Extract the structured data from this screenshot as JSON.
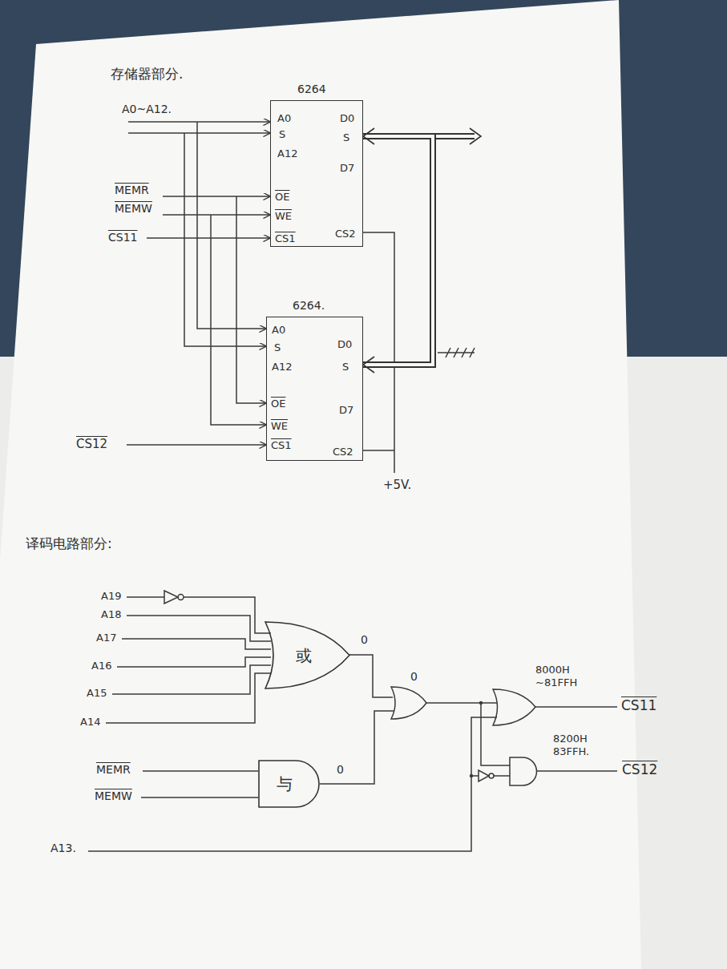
{
  "diagram": {
    "nodes": [
      {
        "text": [
          "6264",
          "A0",
          "S",
          "A12",
          "OE",
          "WE",
          "CS1",
          "D0",
          "S",
          "D7",
          "CS2"
        ]
      },
      {
        "text": [
          "6264.",
          "A0",
          "S",
          "A12",
          "OE",
          "WE",
          "CS1",
          "D0",
          "S",
          "D7",
          "CS2"
        ]
      },
      {
        "text": [
          "或"
        ]
      },
      {
        "text": [
          "与"
        ]
      }
    ],
    "edges": [
      {
        "from": 0,
        "to": 1,
        "arrow": "both"
      }
    ],
    "labels": [
      "存储器部分.",
      "A0~A12.",
      "MEMR",
      "MEMW",
      "CS11",
      "CS12",
      "+5V.",
      "译码电路部分:",
      "A19",
      "A18",
      "A17",
      "A16",
      "A15",
      "A14",
      "0",
      "0",
      "MEMR",
      "MEMW",
      "0",
      "A13.",
      "8000H ~81FFH",
      "CS11",
      "8200H 83FFH.",
      "CS12"
    ]
  }
}
